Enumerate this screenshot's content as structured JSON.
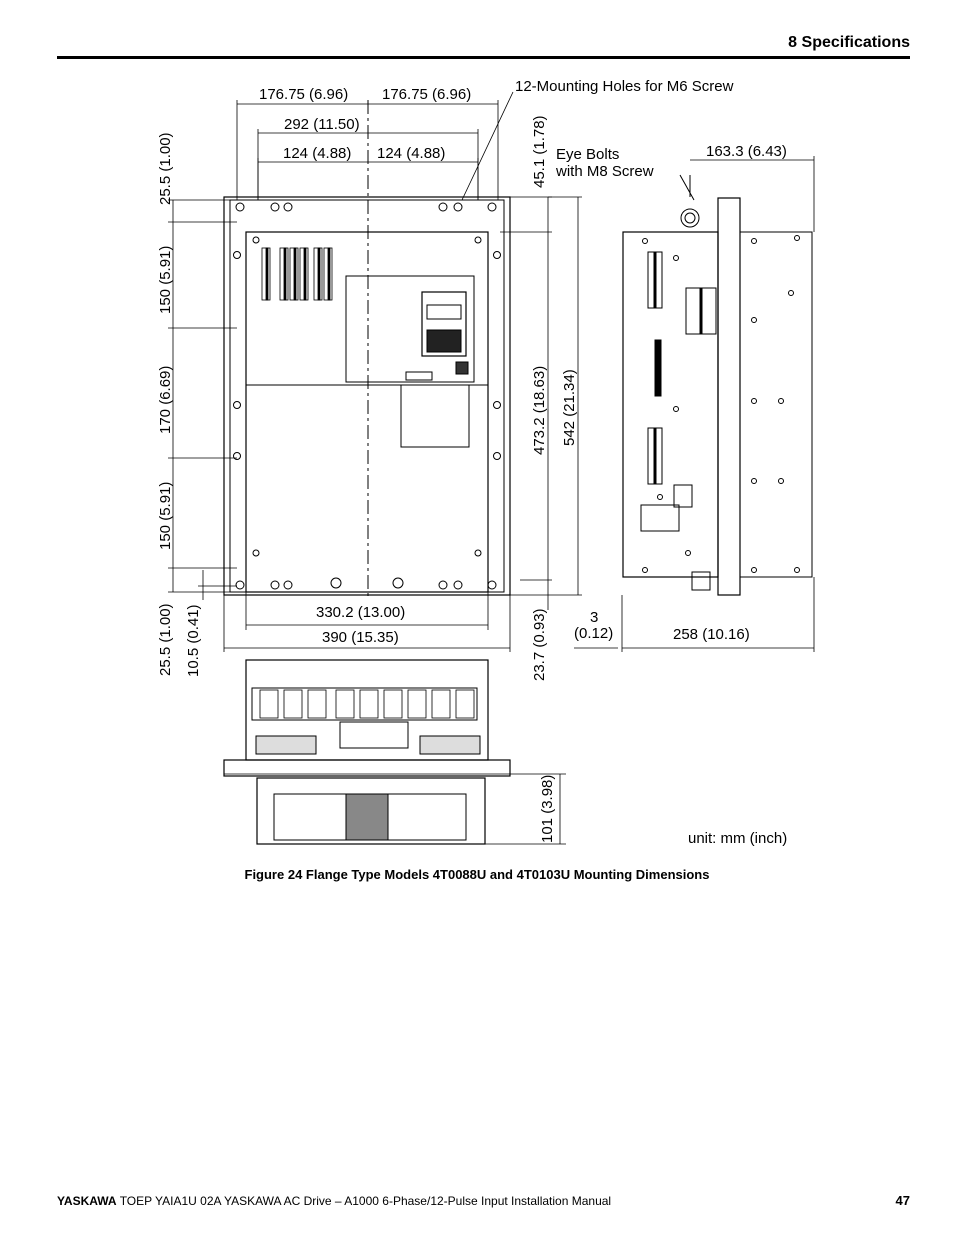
{
  "header": {
    "section": "8  Specifications"
  },
  "figure": {
    "dims": {
      "d176_left": "176.75 (6.96)",
      "d176_right": "176.75 (6.96)",
      "d292": "292 (11.50)",
      "d124_left": "124 (4.88)",
      "d124_right": "124 (4.88)",
      "mounting_holes": "12-Mounting Holes for M6 Screw",
      "eye_bolts_1": "Eye Bolts",
      "eye_bolts_2": "with M8 Screw",
      "d163": "163.3 (6.43)",
      "d45": "45.1 (1.78)",
      "d25_top": "25.5 (1.00)",
      "d150_top": "150 (5.91)",
      "d170": "170 (6.69)",
      "d150_bot": "150 (5.91)",
      "d25_bot": "25.5 (1.00)",
      "d10": "10.5 (0.41)",
      "d473": "473.2 (18.63)",
      "d542": "542 (21.34)",
      "d330": "330.2 (13.00)",
      "d390": "390 (15.35)",
      "d23": "23.7 (0.93)",
      "d3a": "3",
      "d3b": "(0.12)",
      "d258": "258 (10.16)",
      "d101": "101 (3.98)",
      "unit": "unit: mm (inch)"
    },
    "caption": "Figure 24  Flange Type Models 4T0088U and 4T0103U Mounting Dimensions"
  },
  "footer": {
    "brand": "YASKAWA",
    "text": " TOEP YAIA1U 02A YASKAWA AC Drive – A1000 6-Phase/12-Pulse Input Installation Manual",
    "page": "47"
  }
}
